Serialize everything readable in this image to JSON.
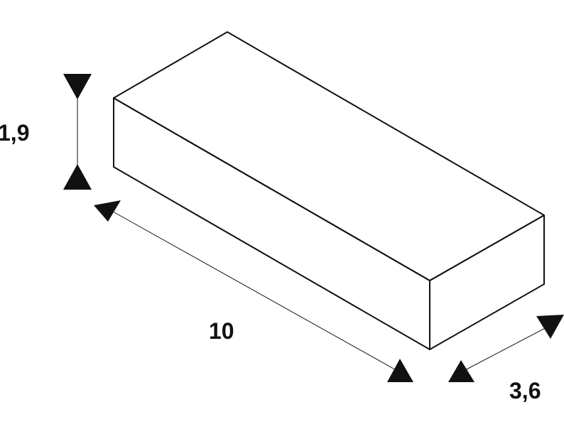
{
  "dimensions": {
    "height": "1,9",
    "length": "10",
    "width": "3,6"
  },
  "colors": {
    "stroke": "#111111",
    "background": "#ffffff"
  }
}
